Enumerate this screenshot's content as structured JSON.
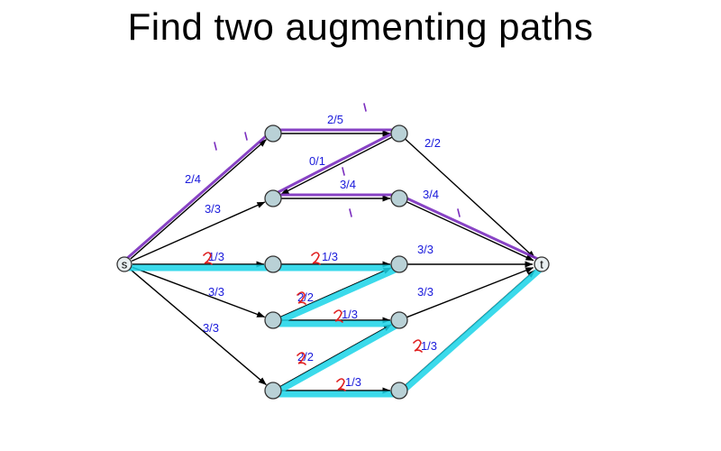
{
  "title": "Find two augmenting paths",
  "colors": {
    "background": "#ffffff",
    "node_fill": "#b9d1d6",
    "edge": "#000000",
    "capacity_text": "#1a1adb",
    "path_purple": "#7b2fbf",
    "path_cyan": "#19d3e8",
    "annotation_red": "#e02020"
  },
  "nodes": [
    {
      "id": "s",
      "label": "s"
    },
    {
      "id": "t",
      "label": "t"
    },
    {
      "id": "a1",
      "label": ""
    },
    {
      "id": "a2",
      "label": ""
    },
    {
      "id": "a3",
      "label": ""
    },
    {
      "id": "a4",
      "label": ""
    },
    {
      "id": "a5",
      "label": ""
    },
    {
      "id": "b1",
      "label": ""
    },
    {
      "id": "b2",
      "label": ""
    },
    {
      "id": "b3",
      "label": ""
    },
    {
      "id": "b4",
      "label": ""
    },
    {
      "id": "b5",
      "label": ""
    }
  ],
  "edges": [
    {
      "from": "s",
      "to": "a1",
      "label": "2/4"
    },
    {
      "from": "s",
      "to": "a2",
      "label": "3/3"
    },
    {
      "from": "s",
      "to": "a3",
      "label": "1/3"
    },
    {
      "from": "s",
      "to": "a4",
      "label": "3/3"
    },
    {
      "from": "s",
      "to": "a5",
      "label": "3/3"
    },
    {
      "from": "a1",
      "to": "b1",
      "label": "2/5"
    },
    {
      "from": "b1",
      "to": "a2",
      "label": "0/1"
    },
    {
      "from": "a2",
      "to": "b2",
      "label": "3/4"
    },
    {
      "from": "a3",
      "to": "b3",
      "label": "1/3"
    },
    {
      "from": "a4",
      "to": "b3",
      "label": "2/2"
    },
    {
      "from": "a4",
      "to": "b4",
      "label": "1/3"
    },
    {
      "from": "a5",
      "to": "b4",
      "label": "2/2"
    },
    {
      "from": "a5",
      "to": "b5",
      "label": "1/3"
    },
    {
      "from": "b1",
      "to": "t",
      "label": "2/2"
    },
    {
      "from": "b2",
      "to": "t",
      "label": "3/4"
    },
    {
      "from": "b3",
      "to": "t",
      "label": "3/3"
    },
    {
      "from": "b4",
      "to": "t",
      "label": "3/3"
    },
    {
      "from": "b5",
      "to": "t",
      "label": "1/3"
    }
  ],
  "augmenting_paths": [
    {
      "color": "purple",
      "nodes": [
        "s",
        "a1",
        "b1",
        "a2",
        "b2",
        "t"
      ]
    },
    {
      "color": "cyan",
      "nodes": [
        "s",
        "a3",
        "b3",
        "a4",
        "b4",
        "a5",
        "b5",
        "t"
      ]
    }
  ]
}
